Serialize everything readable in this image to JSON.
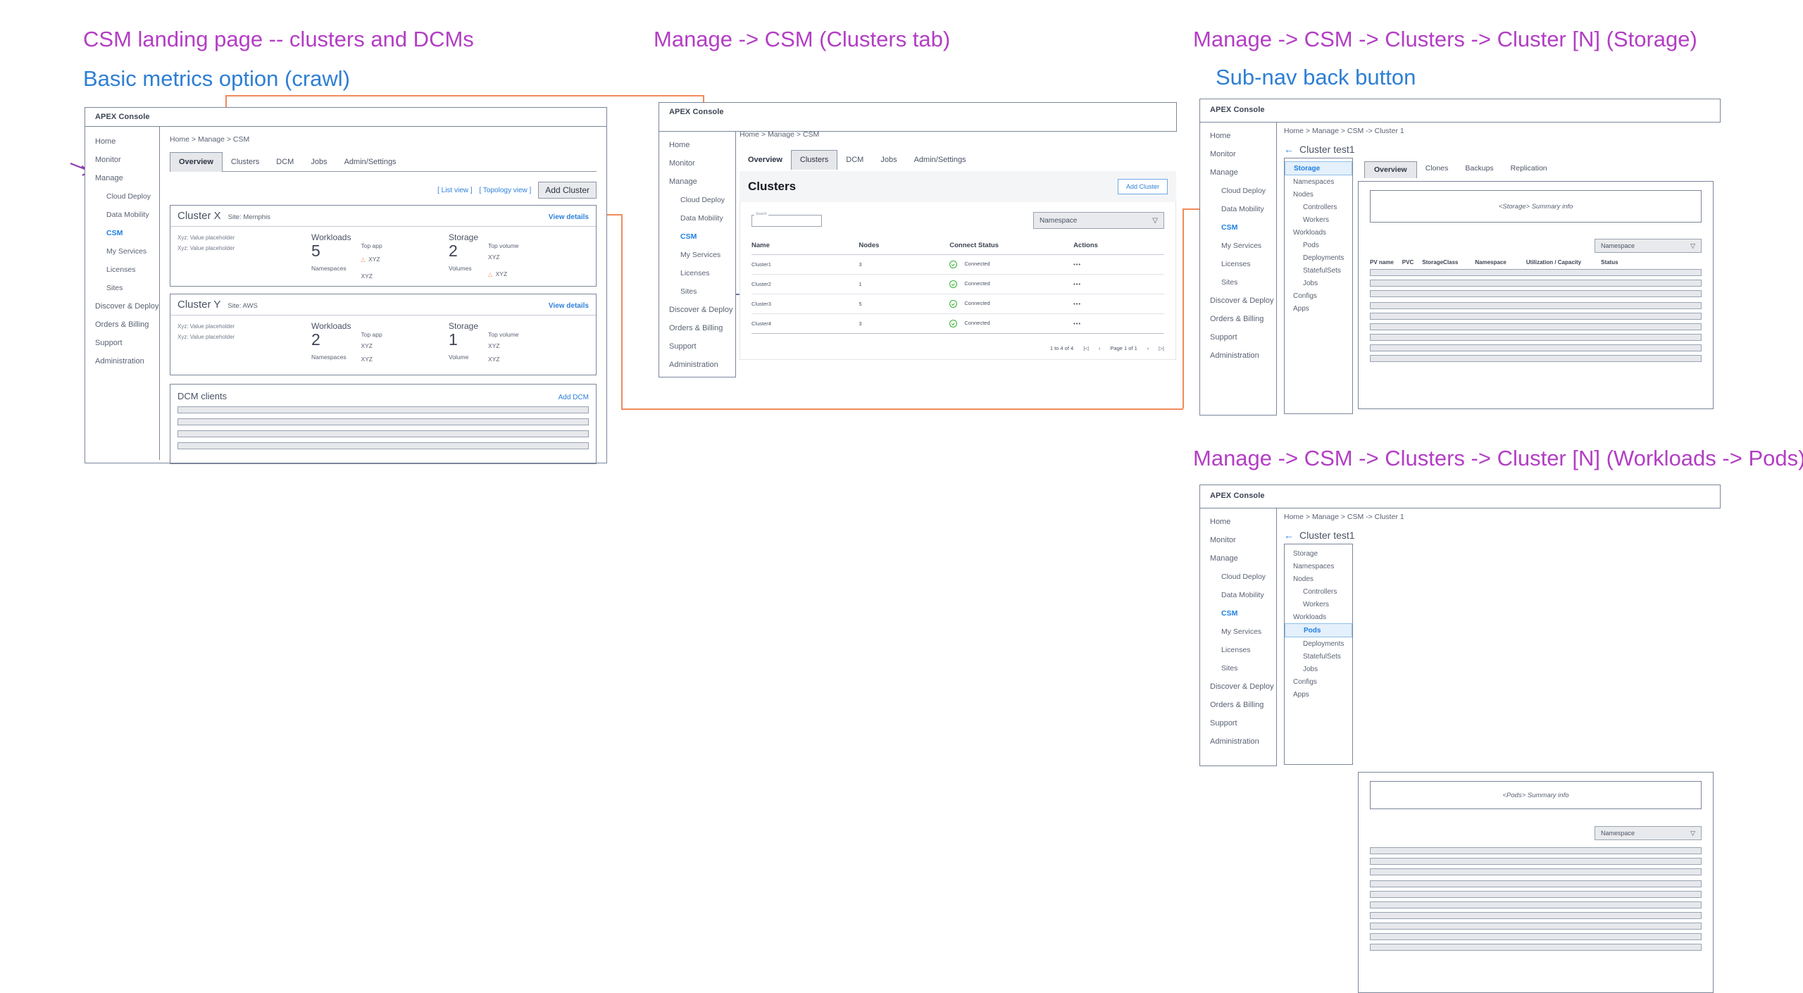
{
  "annotations": {
    "a1": "CSM landing page -- clusters and DCMs",
    "a1b": "Basic metrics option (crawl)",
    "a2": "Manage -> CSM (Clusters tab)",
    "a3": "Manage -> CSM -> Clusters -> Cluster [N] (Storage)",
    "a3b": "Sub-nav back button",
    "a4": "Manage -> CSM -> Clusters -> Cluster [N] (Workloads -> Pods)",
    "colors": {
      "magenta": "#b33ec4",
      "blue": "#2e7fd4",
      "orange": "#f08a5d",
      "navy": "#3b4a8c",
      "pink": "#ff26a8"
    }
  },
  "app": {
    "title": "APEX Console",
    "nav": [
      {
        "label": "Home",
        "level": 0,
        "active": false
      },
      {
        "label": "Monitor",
        "level": 0,
        "active": false
      },
      {
        "label": "Manage",
        "level": 0,
        "active": false
      },
      {
        "label": "Cloud Deploy",
        "level": 1,
        "active": false
      },
      {
        "label": "Data Mobility",
        "level": 1,
        "active": false
      },
      {
        "label": "CSM",
        "level": 1,
        "active": true
      },
      {
        "label": "My Services",
        "level": 1,
        "active": false
      },
      {
        "label": "Licenses",
        "level": 1,
        "active": false
      },
      {
        "label": "Sites",
        "level": 1,
        "active": false
      },
      {
        "label": "Discover & Deploy",
        "level": 0,
        "active": false
      },
      {
        "label": "Orders & Billing",
        "level": 0,
        "active": false
      },
      {
        "label": "Support",
        "level": 0,
        "active": false
      },
      {
        "label": "Administration",
        "level": 0,
        "active": false
      }
    ],
    "tabs": [
      "Overview",
      "Clusters",
      "DCM",
      "Jobs",
      "Admin/Settings"
    ]
  },
  "panel1": {
    "breadcrumb": "Home > Manage > CSM",
    "active_tab": "Overview",
    "list_view": "[ List view ]",
    "topology_view": "[ Topology view ]",
    "add_cluster": "Add  Cluster",
    "clusters": [
      {
        "name": "Cluster X",
        "site": "Site: Memphis",
        "view_details": "View details",
        "placeholders": [
          "Xyz: Value placeholder",
          "Xyz: Value placeholder"
        ],
        "workloads": {
          "label": "Workloads",
          "value": "5",
          "top_label": "Top app",
          "top_value": "XYZ",
          "top_warn": true,
          "sub_label": "Namespaces",
          "sub_value": "XYZ",
          "sub_warn": false
        },
        "storage": {
          "label": "Storage",
          "value": "2",
          "top_label": "Top volume",
          "top_value": "XYZ",
          "top_warn": false,
          "sub_label": "Volumes",
          "sub_value": "XYZ",
          "sub_warn": true
        }
      },
      {
        "name": "Cluster Y",
        "site": "Site: AWS",
        "view_details": "View details",
        "placeholders": [
          "Xyz: Value placeholder",
          "Xyz: Value placeholder"
        ],
        "workloads": {
          "label": "Workloads",
          "value": "2",
          "top_label": "Top app",
          "top_value": "XYZ",
          "top_warn": false,
          "sub_label": "Namespaces",
          "sub_value": "XYZ",
          "sub_warn": false
        },
        "storage": {
          "label": "Storage",
          "value": "1",
          "top_label": "Top volume",
          "top_value": "XYZ",
          "top_warn": false,
          "sub_label": "Volume",
          "sub_value": "XYZ",
          "sub_warn": false
        }
      }
    ],
    "dcm": {
      "title": "DCM clients",
      "add_link": "Add DCM",
      "rows": 4
    }
  },
  "panel2": {
    "breadcrumb": "Home > Manage > CSM",
    "active_tab": "Clusters",
    "page_title": "Clusters",
    "add_cluster": "Add Cluster",
    "search_label": "Search",
    "search_value": "",
    "namespace_filter": "Namespace",
    "columns": [
      "Name",
      "Nodes",
      "Connect Status",
      "Actions"
    ],
    "rows": [
      {
        "name": "Cluster1",
        "nodes": "3",
        "status": "Connected",
        "actions": "•••"
      },
      {
        "name": "Cluster2",
        "nodes": "1",
        "status": "Connected",
        "actions": "•••"
      },
      {
        "name": "Cluster3",
        "nodes": "5",
        "status": "Connected",
        "actions": "•••"
      },
      {
        "name": "Cluster4",
        "nodes": "3",
        "status": "Connected",
        "actions": "•••"
      }
    ],
    "pager": {
      "range": "1 to 4 of 4",
      "page": "Page 1 of 1",
      "first": "|◁",
      "prev": "‹",
      "next": "›",
      "last": "▷|"
    }
  },
  "cluster_detail": {
    "breadcrumb": "Home > Manage > CSM -> Cluster 1",
    "back_title": "Cluster test1",
    "subnav": [
      {
        "label": "Storage",
        "indent": false
      },
      {
        "label": "Namespaces",
        "indent": false
      },
      {
        "label": "Nodes",
        "indent": false
      },
      {
        "label": "Controllers",
        "indent": true
      },
      {
        "label": "Workers",
        "indent": true
      },
      {
        "label": "Workloads",
        "indent": false
      },
      {
        "label": "Pods",
        "indent": true
      },
      {
        "label": "Deployments",
        "indent": true
      },
      {
        "label": "StatefulSets",
        "indent": true
      },
      {
        "label": "Jobs",
        "indent": true
      },
      {
        "label": "Configs",
        "indent": false
      },
      {
        "label": "Apps",
        "indent": false
      }
    ]
  },
  "panel3": {
    "active_subnav": "Storage",
    "tabs": [
      "Overview",
      "Clones",
      "Backups",
      "Replication"
    ],
    "active_tab": "Overview",
    "summary": "<Storage> Summary info",
    "namespace_filter": "Namespace",
    "columns": [
      "PV name",
      "PVC",
      "StorageClass",
      "Namespace",
      "Utilization / Capacity",
      "Status"
    ],
    "skeleton_rows": 9
  },
  "panel4": {
    "active_subnav": "Pods",
    "summary": "<Pods> Summary info",
    "namespace_filter": "Namespace",
    "skeleton_rows": 10
  }
}
